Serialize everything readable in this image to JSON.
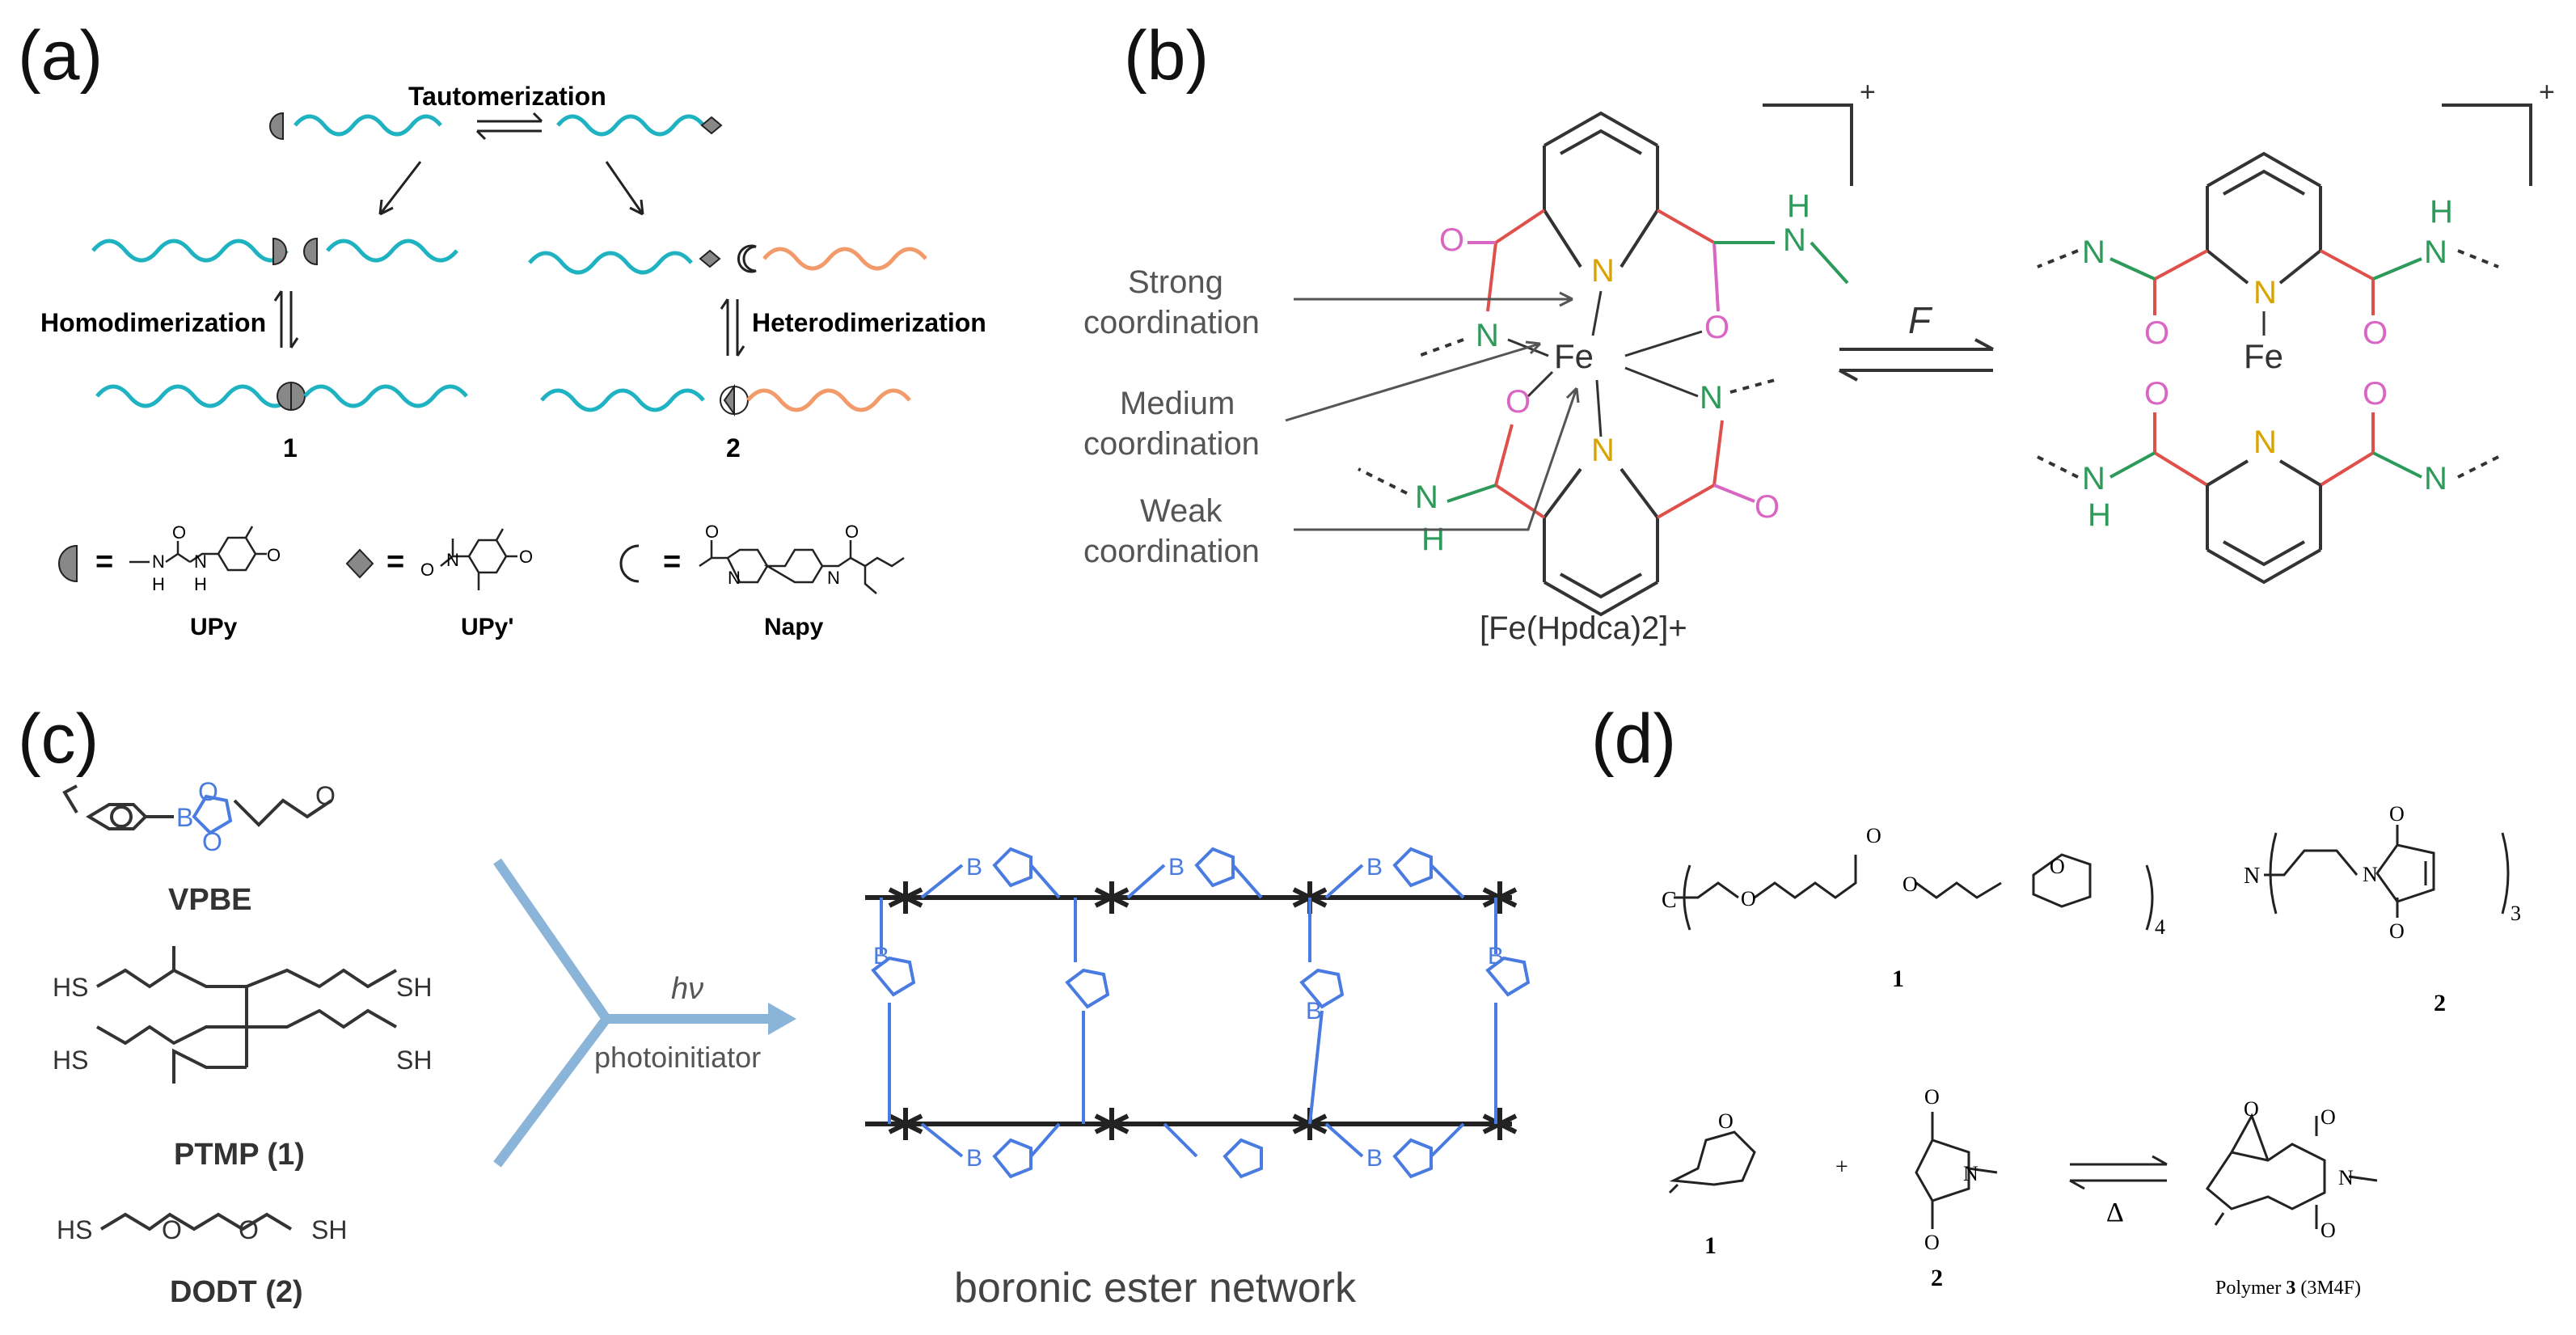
{
  "panels": {
    "a": {
      "label": "(a)",
      "tautomerization": "Tautomerization",
      "homodimerization": "Homodimerization",
      "heterodimerization": "Heterodimerization",
      "compound_1": "1",
      "compound_2": "2",
      "eq_sign": "=",
      "upy": "UPy",
      "upy_prime": "UPy'",
      "napy": "Napy",
      "atoms": {
        "N": "N",
        "H": "H",
        "O": "O"
      }
    },
    "b": {
      "label": "(b)",
      "strong": [
        "Strong",
        "coordination"
      ],
      "medium": [
        "Medium",
        "coordination"
      ],
      "weak": [
        "Weak",
        "coordination"
      ],
      "complex_name": "[Fe(Hpdca)2]+",
      "force": "F",
      "charge": "+",
      "atoms": {
        "N": "N",
        "O": "O",
        "H": "H",
        "Fe": "Fe"
      }
    },
    "c": {
      "label": "(c)",
      "vpbe": "VPBE",
      "ptmp": "PTMP (1)",
      "dodt": "DODT (2)",
      "hv": "hν",
      "photoinitiator": "photoinitiator",
      "network": "boronic ester network",
      "atoms": {
        "B": "B",
        "O": "O",
        "HS": "HS",
        "SH": "SH"
      }
    },
    "d": {
      "label": "(d)",
      "c_atom": "C",
      "n_atom": "N",
      "o_atom": "O",
      "sub4": "4",
      "sub3": "3",
      "cmp1": "1",
      "cmp2": "2",
      "plus": "+",
      "delta": "Δ",
      "polymer_prefix": "Polymer",
      "polymer_num": "3",
      "polymer_suffix": "(3M4F)"
    }
  },
  "colors": {
    "teal": "#1fb3c2",
    "salmon": "#f39a6b",
    "pink": "#d966c2",
    "green": "#2e9a5a",
    "gold": "#d9a400",
    "red": "#e0504a",
    "blue": "#4a7be0",
    "arrow_blue": "#8ab4d8",
    "ink": "#222222"
  }
}
